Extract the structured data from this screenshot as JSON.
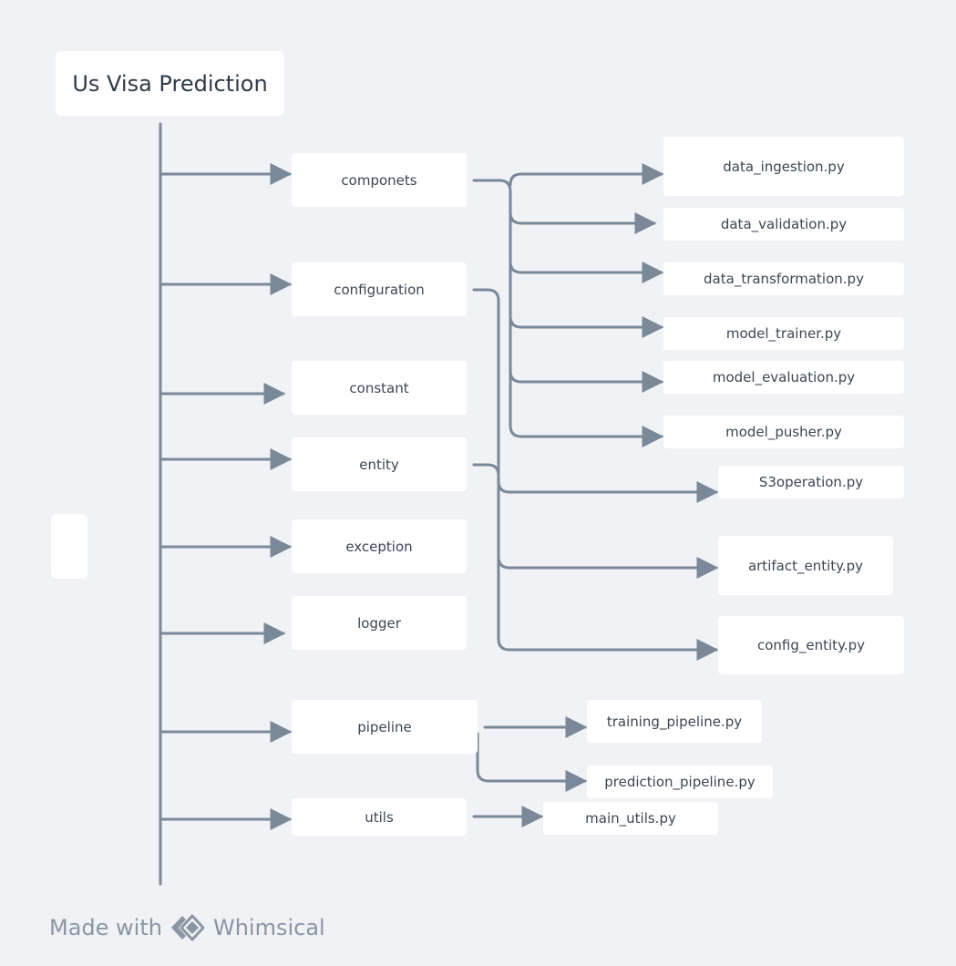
{
  "root": {
    "label": "Us Visa Prediction"
  },
  "folders": {
    "componets": "componets",
    "configuration": "configuration",
    "constant": "constant",
    "entity": "entity",
    "exception": "exception",
    "logger": "logger",
    "pipeline": "pipeline",
    "utils": "utils"
  },
  "files": {
    "data_ingestion": "data_ingestion.py",
    "data_validation": "data_validation.py",
    "data_transformation": "data_transformation.py",
    "model_trainer": "model_trainer.py",
    "model_evaluation": "model_evaluation.py",
    "model_pusher": "model_pusher.py",
    "s3operation": "S3operation.py",
    "artifact_entity": "artifact_entity.py",
    "config_entity": "config_entity.py",
    "training_pipeline": "training_pipeline.py",
    "prediction_pipeline": "prediction_pipeline.py",
    "main_utils": "main_utils.py"
  },
  "footer": {
    "made_with": "Made with",
    "brand": "Whimsical"
  },
  "colors": {
    "background": "#f0f2f5",
    "connector": "#7a8898",
    "node": "#ffffff",
    "text": "#3b4654",
    "footer": "#8a96a3"
  }
}
